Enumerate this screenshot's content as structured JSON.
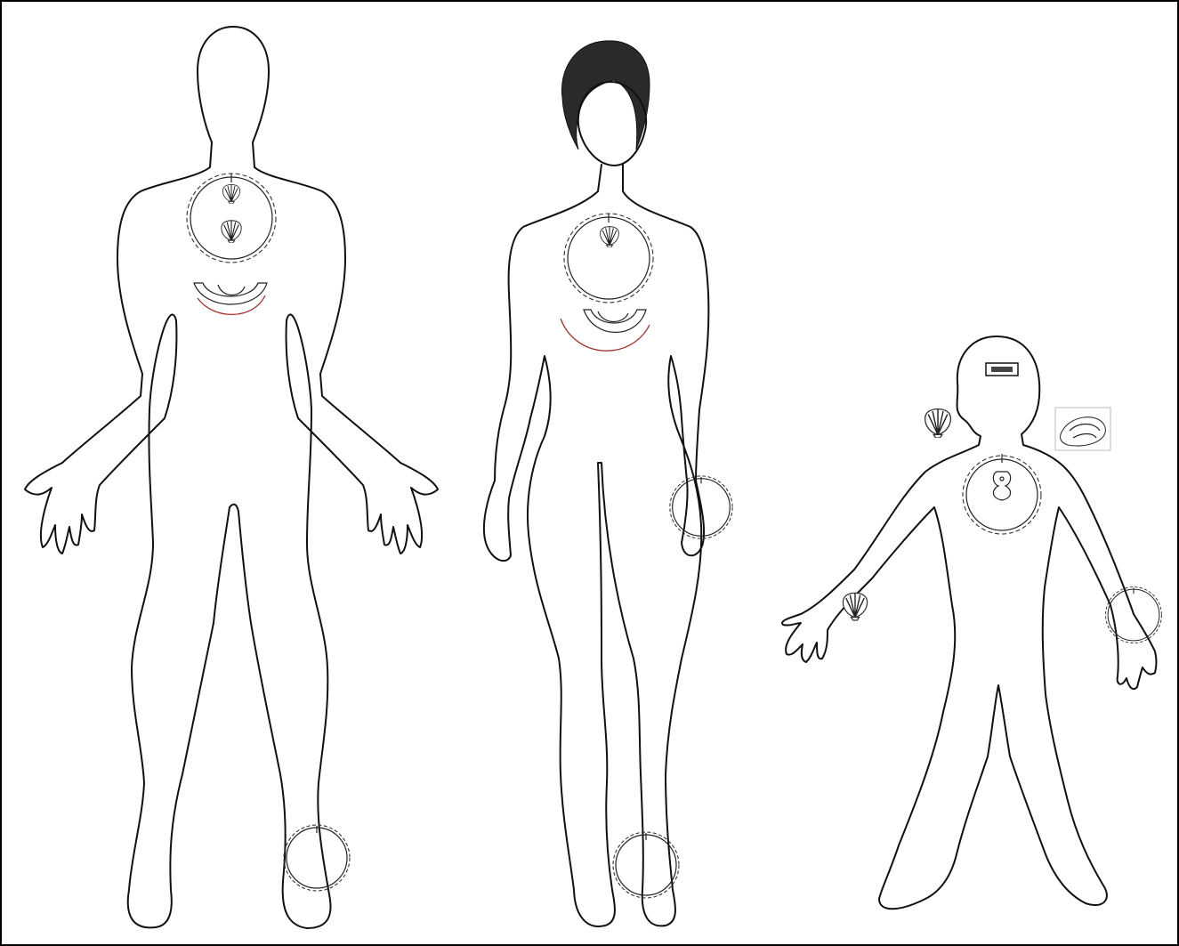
{
  "figures": [
    {
      "name": "adult-male",
      "ornaments": [
        "chest-pendant-necklace",
        "scallop-shell",
        "scallop-shell",
        "crescent-pectoral",
        "ankle-bead-ring"
      ]
    },
    {
      "name": "adult-female",
      "ornaments": [
        "chest-pendant-necklace",
        "scallop-shell",
        "crescent-pectoral",
        "wrist-bead-ring",
        "ankle-bead-ring"
      ]
    },
    {
      "name": "child",
      "ornaments": [
        "forehead-plaque",
        "scallop-shell",
        "conch-shell",
        "chest-pendant-necklace",
        "scallop-shell",
        "wrist-bead-ring"
      ]
    }
  ],
  "colors": {
    "outline": "#111111",
    "pectoral_accent": "#a03030",
    "background": "#ffffff",
    "frame": "#000000"
  }
}
